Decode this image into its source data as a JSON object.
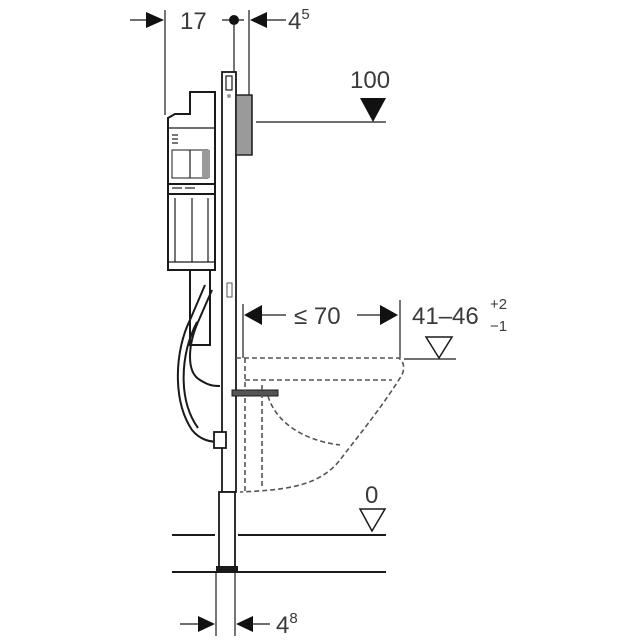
{
  "diagram": {
    "title": "Wall-hung WC installation frame with concealed cistern — dimension drawing",
    "dimensions": {
      "top_left": "17",
      "top_right_base": "4",
      "top_right_sup": "5",
      "actuation_height": "100",
      "projection": "≤ 70",
      "seat_height_base": "41–46",
      "seat_height_tol_upper": "+2",
      "seat_height_tol_lower": "−1",
      "floor_level": "0",
      "bottom_base": "4",
      "bottom_sup": "8"
    },
    "level_markers": [
      {
        "label": "100",
        "style": "filled-triangle"
      },
      {
        "label": "41–46",
        "style": "open-triangle"
      },
      {
        "label": "0",
        "style": "open-triangle"
      }
    ],
    "colors": {
      "line": "#1a1a1a",
      "text": "#3a3a3a",
      "hatch": "#9a9a9a",
      "background": "#ffffff"
    }
  }
}
